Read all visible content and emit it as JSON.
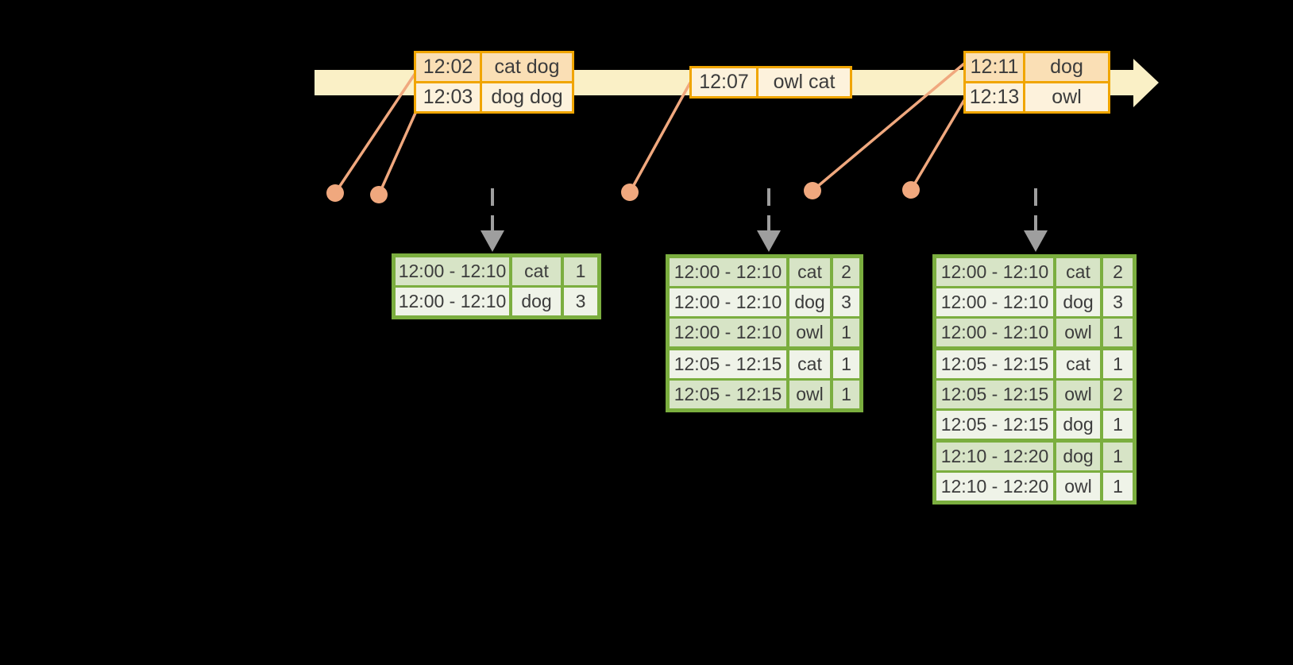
{
  "colors": {
    "background": "#000000",
    "timeline": "#FAF0C6",
    "event-border": "#F0A500",
    "event-row-dark": "#FADFB5",
    "event-row-light": "#FDF2DC",
    "connector": "#F0A87E",
    "trigger-arrow": "#9E9E9E",
    "result-border": "#7BAE3F",
    "result-row-dark": "#D7E4C6",
    "result-row-light": "#EFF3E8",
    "text": "#3C3C3C"
  },
  "event_tables": [
    {
      "rows": [
        [
          "12:02",
          "cat dog"
        ],
        [
          "12:03",
          "dog dog"
        ]
      ]
    },
    {
      "rows": [
        [
          "12:07",
          "owl cat"
        ]
      ]
    },
    {
      "rows": [
        [
          "12:11",
          "dog"
        ],
        [
          "12:13",
          "owl"
        ]
      ]
    }
  ],
  "result_tables": [
    {
      "rows": [
        [
          "12:00 - 12:10",
          "cat",
          "1"
        ],
        [
          "12:00 - 12:10",
          "dog",
          "3"
        ]
      ],
      "group_breaks": []
    },
    {
      "rows": [
        [
          "12:00 - 12:10",
          "cat",
          "2"
        ],
        [
          "12:00 - 12:10",
          "dog",
          "3"
        ],
        [
          "12:00 - 12:10",
          "owl",
          "1"
        ],
        [
          "12:05 - 12:15",
          "cat",
          "1"
        ],
        [
          "12:05 - 12:15",
          "owl",
          "1"
        ]
      ],
      "group_breaks": [
        3
      ]
    },
    {
      "rows": [
        [
          "12:00 - 12:10",
          "cat",
          "2"
        ],
        [
          "12:00 - 12:10",
          "dog",
          "3"
        ],
        [
          "12:00 - 12:10",
          "owl",
          "1"
        ],
        [
          "12:05 - 12:15",
          "cat",
          "1"
        ],
        [
          "12:05 - 12:15",
          "owl",
          "2"
        ],
        [
          "12:05 - 12:15",
          "dog",
          "1"
        ],
        [
          "12:10 - 12:20",
          "dog",
          "1"
        ],
        [
          "12:10 - 12:20",
          "owl",
          "1"
        ]
      ],
      "group_breaks": [
        3,
        6
      ]
    }
  ]
}
